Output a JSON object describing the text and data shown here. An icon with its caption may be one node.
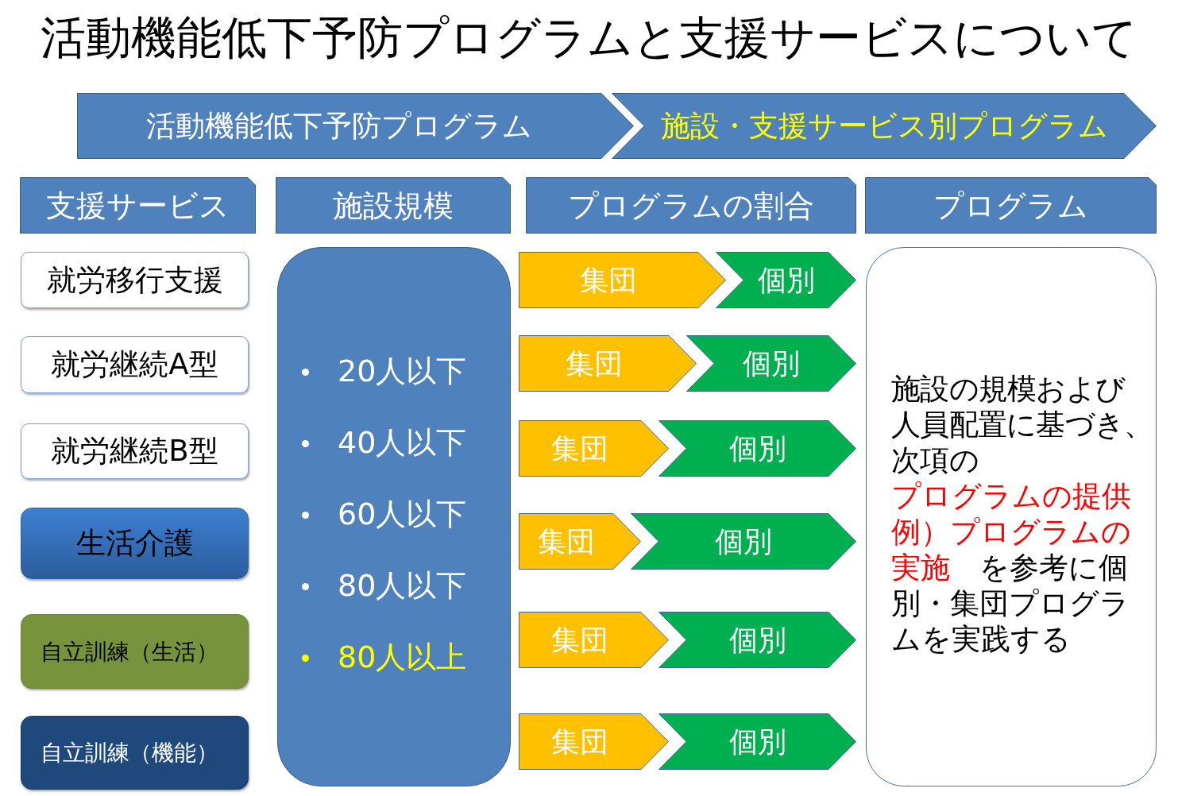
{
  "diagram": {
    "title": "活動機能低下予防プログラムと支援サービスについて",
    "nodes": [
      {
        "text": [
          "活動機能低下予防プログラム"
        ]
      },
      {
        "text": [
          "施設・支援サービス別プログラム"
        ]
      },
      {
        "text": [
          "支援サービス"
        ]
      },
      {
        "text": [
          "施設規模"
        ]
      },
      {
        "text": [
          "プログラムの割合"
        ]
      },
      {
        "text": [
          "プログラム"
        ]
      },
      {
        "text": [
          "就労移行支援"
        ]
      },
      {
        "text": [
          "就労継続A型"
        ]
      },
      {
        "text": [
          "就労継続B型"
        ]
      },
      {
        "text": [
          "生活介護"
        ]
      },
      {
        "text": [
          "自立訓練（生活）"
        ]
      },
      {
        "text": [
          "自立訓練（機能）"
        ]
      },
      {
        "text": [
          "20人以下",
          "40人以下",
          "60人以下",
          "80人以下",
          "80人以上"
        ]
      },
      {
        "text": [
          "集団"
        ]
      },
      {
        "text": [
          "個別"
        ]
      },
      {
        "text": [
          "集団"
        ]
      },
      {
        "text": [
          "個別"
        ]
      },
      {
        "text": [
          "集団"
        ]
      },
      {
        "text": [
          "個別"
        ]
      },
      {
        "text": [
          "集団"
        ]
      },
      {
        "text": [
          "個別"
        ]
      },
      {
        "text": [
          "集団"
        ]
      },
      {
        "text": [
          "個別"
        ]
      },
      {
        "text": [
          "集団"
        ]
      },
      {
        "text": [
          "個別"
        ]
      },
      {
        "text": [
          "施設の規模および人員配置に基づき、次項の",
          "プログラムの提供例）プログラムの実施",
          "を参考に個別・集団プログラムを実践する"
        ]
      }
    ]
  }
}
